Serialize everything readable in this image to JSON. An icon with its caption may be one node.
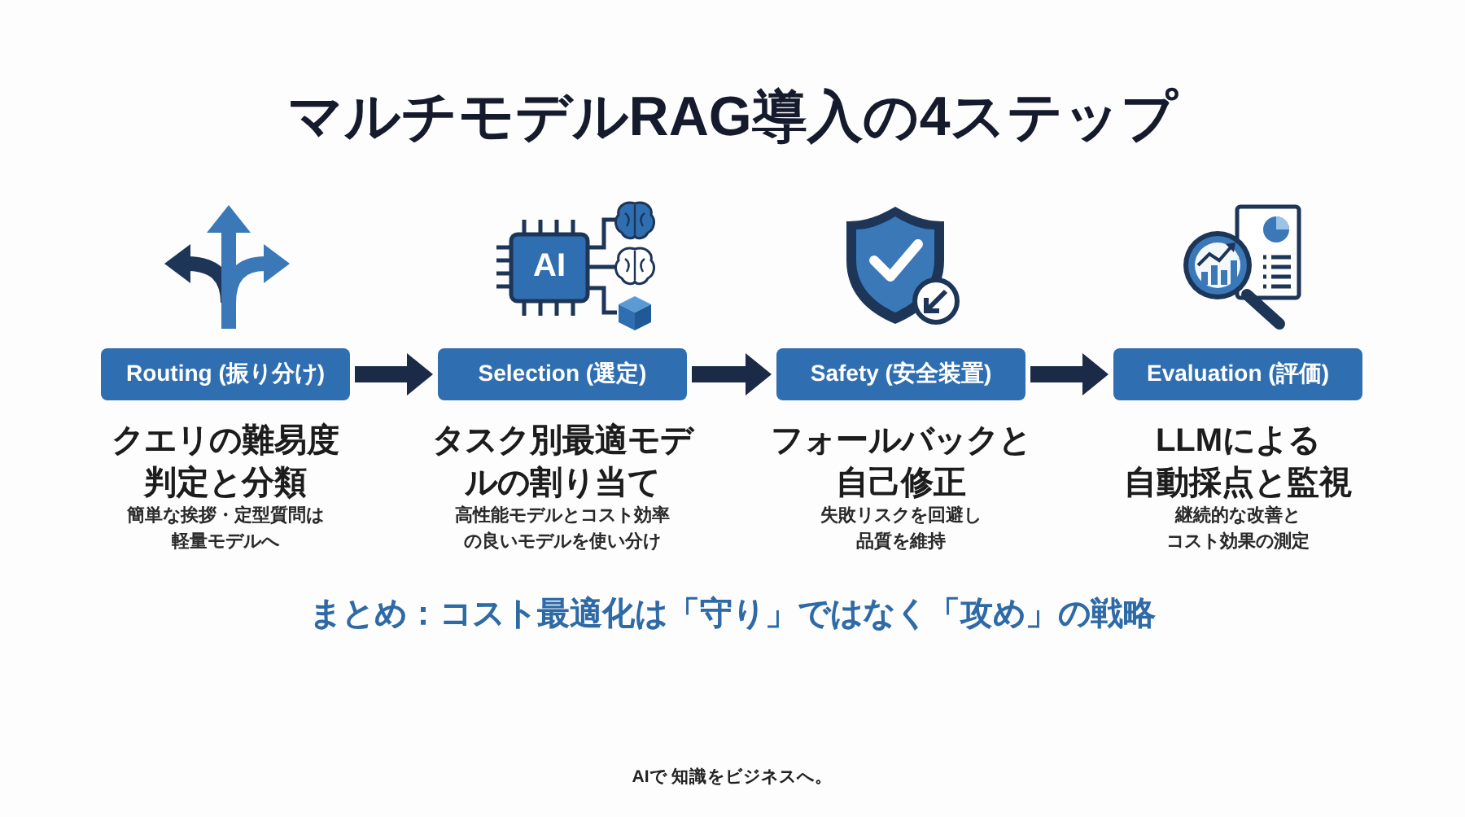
{
  "diagram": {
    "title": "マルチモデルRAG導入の4ステップ",
    "nodes": [
      {
        "text": [
          "Routing (振り分け)"
        ],
        "beside": [
          "クエリの難易度判定と分類",
          "簡単な挨拶・定型質問は軽量モデルへ"
        ]
      },
      {
        "text": [
          "Selection (選定)"
        ],
        "beside": [
          "タスク別最適モデルの割り当て",
          "高性能モデルとコスト効率の良いモデルを使い分け"
        ]
      },
      {
        "text": [
          "Safety (安全装置)"
        ],
        "beside": [
          "フォールバックと自己修正",
          "失敗リスクを回避し品質を維持"
        ]
      },
      {
        "text": [
          "Evaluation (評価)"
        ],
        "beside": [
          "LLMによる自動採点と監視",
          "継続的な改善とコスト効果の測定"
        ]
      }
    ],
    "edges": [
      {
        "from": 0,
        "to": 1,
        "arrow": "to"
      },
      {
        "from": 1,
        "to": 2,
        "arrow": "to"
      },
      {
        "from": 2,
        "to": 3,
        "arrow": "to"
      }
    ],
    "labels": [
      "AI",
      "まとめ：コスト最適化は「守り」ではなく「攻め」の戦略",
      "AIで 知識をビジネスへ。"
    ]
  }
}
